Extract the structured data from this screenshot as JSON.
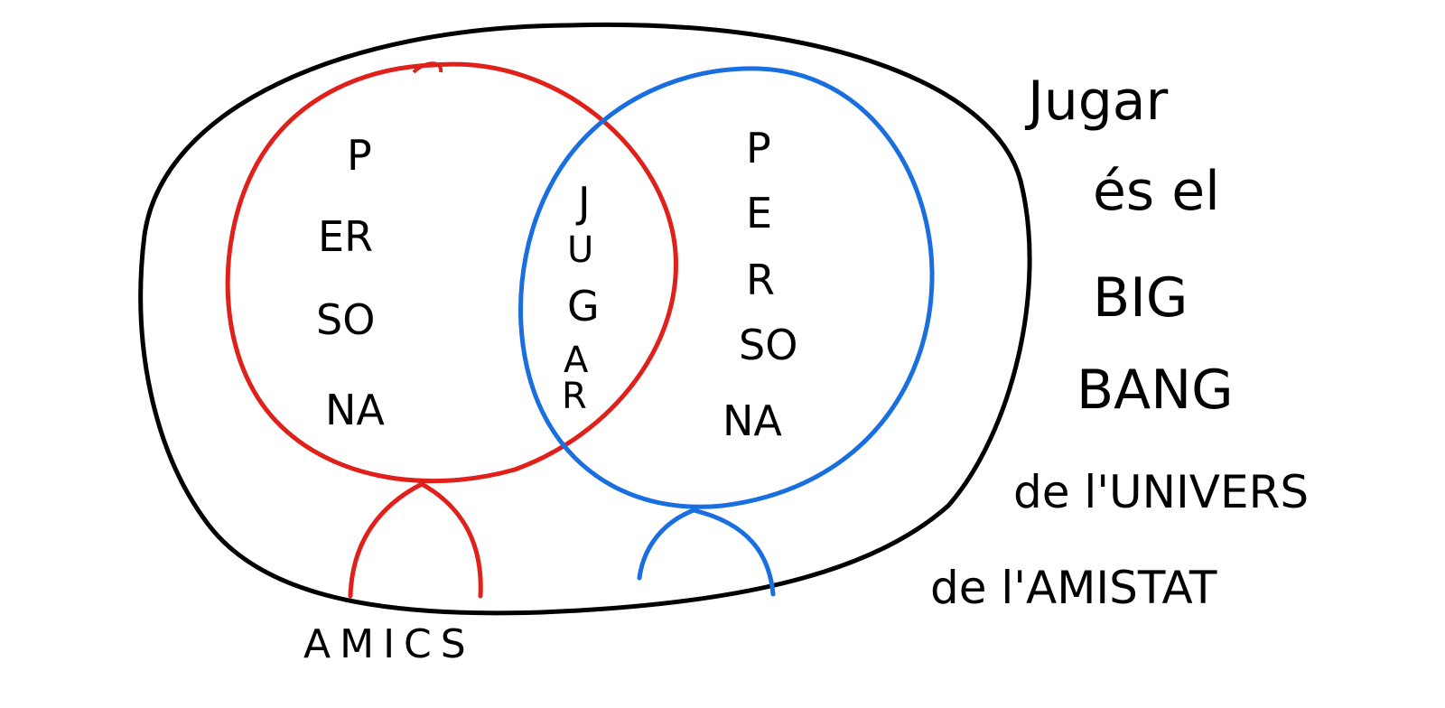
{
  "diagram": {
    "outer_set": {
      "color": "#000000"
    },
    "left_person": {
      "color": "#e0201b",
      "lines": [
        "P",
        "ER",
        "SO",
        "NA"
      ]
    },
    "right_person": {
      "color": "#1a6fe0",
      "lines": [
        "P",
        "E",
        "R",
        "SO",
        "NA"
      ]
    },
    "intersection": {
      "letters": [
        "J",
        "U",
        "G",
        "A",
        "R"
      ]
    },
    "friends_label": "AMICS",
    "caption_lines": [
      "Jugar",
      "és el",
      "BIG",
      "BANG",
      "de l'UNIVERS",
      "de l'AMISTAT"
    ]
  }
}
